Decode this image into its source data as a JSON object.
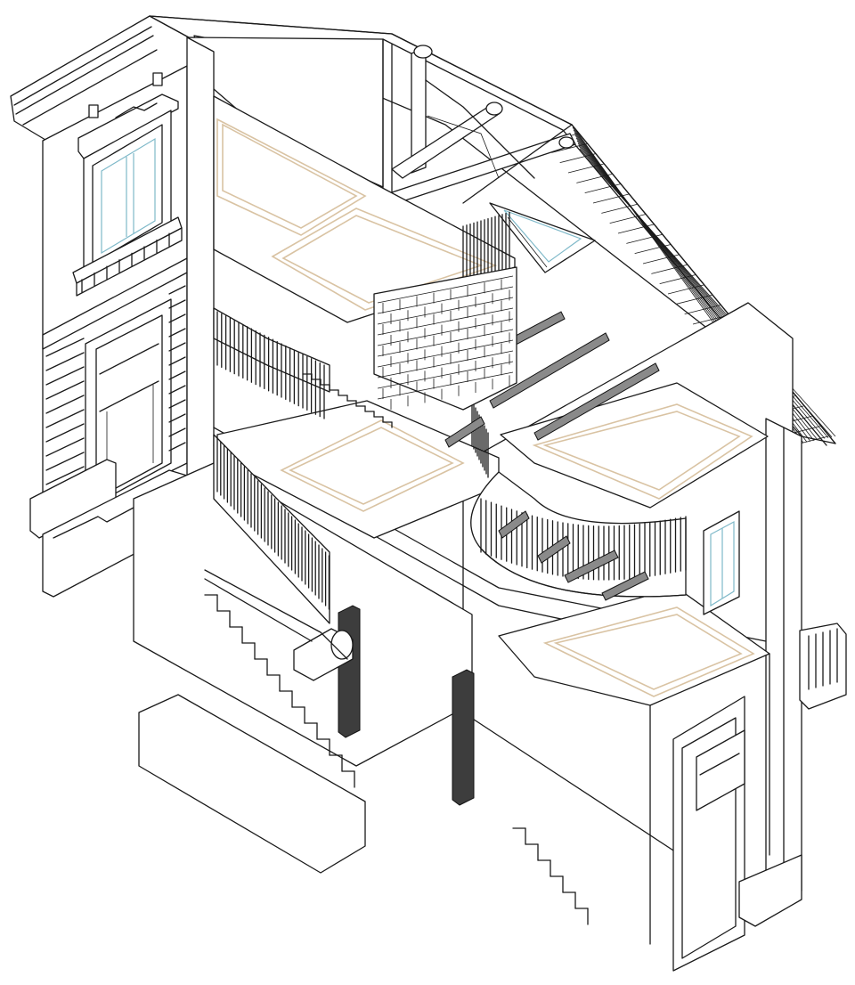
{
  "drawing": {
    "kind": "isometric-cutaway",
    "palette": {
      "line": "#1a1a1a",
      "ceiling_panel": "#d9c3a3",
      "glazing": "#7fb9c9",
      "dark_member": "#3d3d3d",
      "steel_beam": "#8a8a8a",
      "background": "#ffffff"
    },
    "parts": [
      "tiled-roof",
      "roof-truss",
      "attic-dormer-window",
      "facade-upper-window",
      "facade-lower-window",
      "rusticated-base",
      "coffered-ceiling-upper",
      "coffered-ceiling-middle",
      "coffered-ceiling-right",
      "coffered-ceiling-lower",
      "stair-balustrade",
      "curved-balustrade",
      "steel-beams",
      "dark-columns",
      "basement-stair",
      "entrance-doorway",
      "side-balcony"
    ]
  }
}
